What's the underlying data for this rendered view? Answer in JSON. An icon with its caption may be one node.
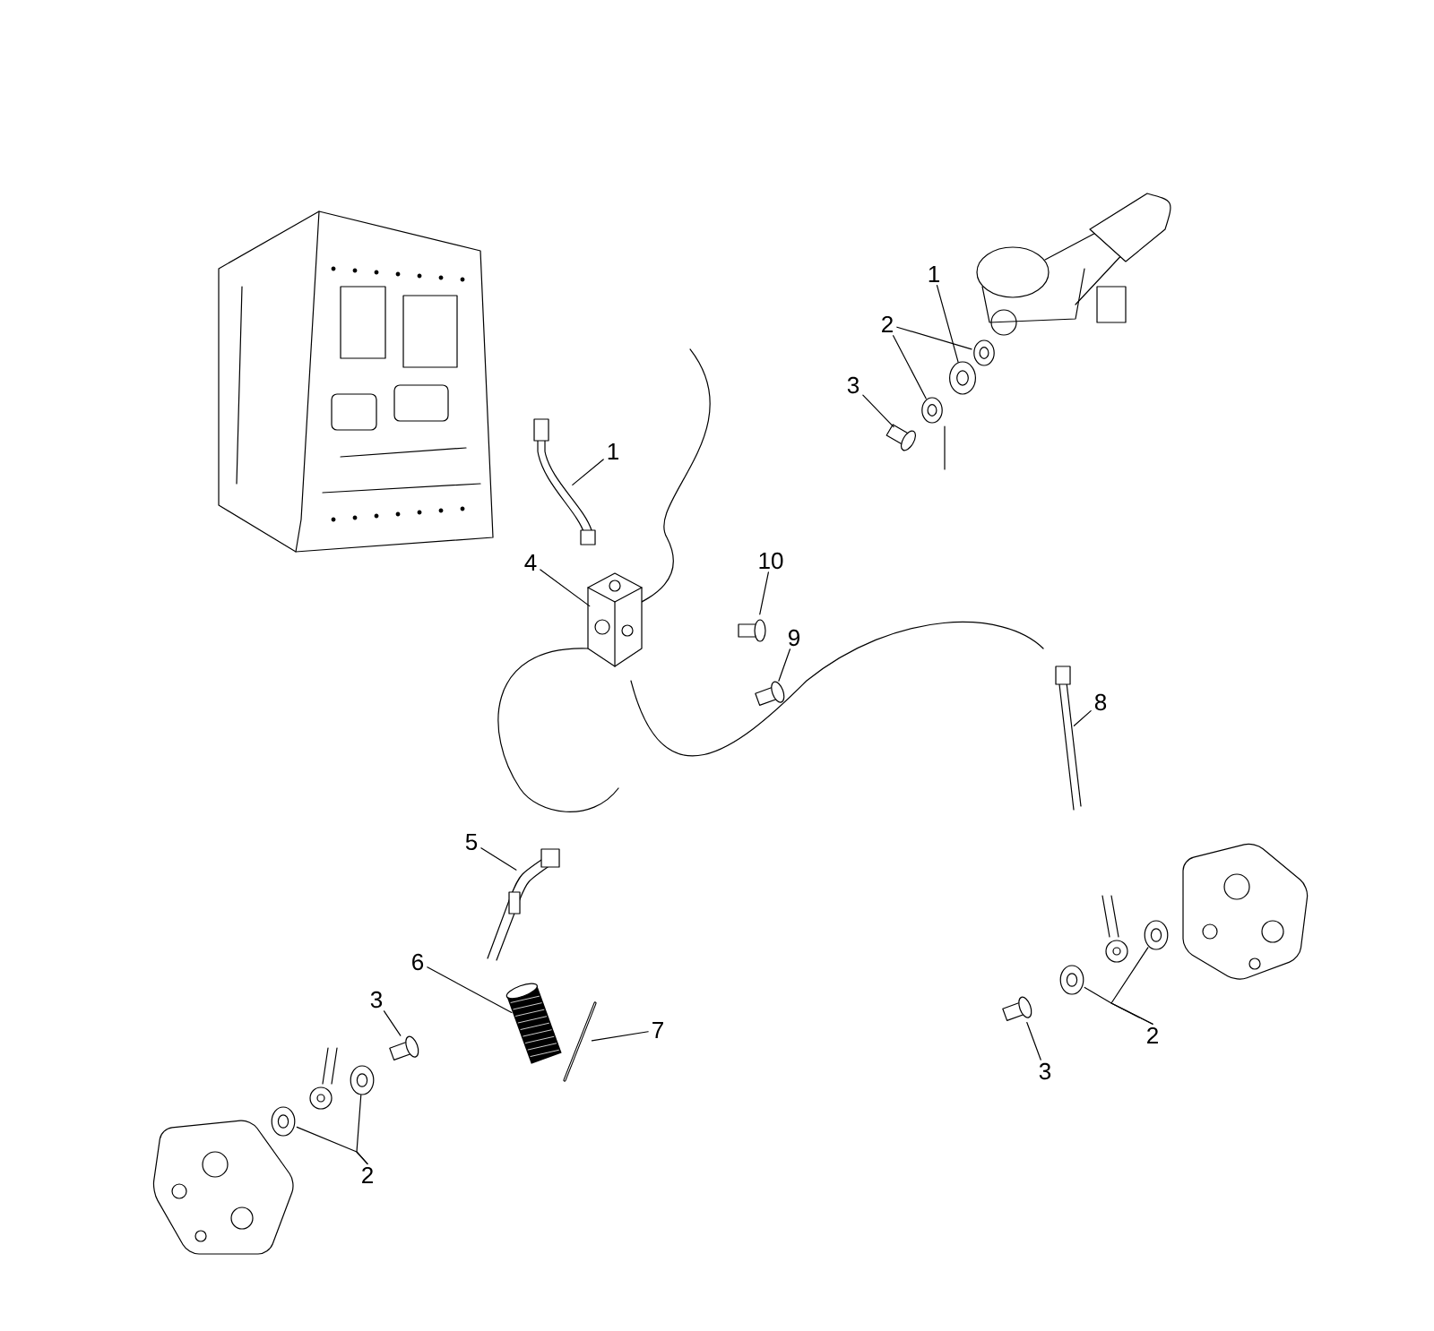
{
  "diagram": {
    "nodes": [
      {
        "text": [
          "1"
        ]
      },
      {
        "text": [
          "2"
        ]
      },
      {
        "text": [
          "3"
        ]
      },
      {
        "text": [
          "1"
        ]
      },
      {
        "text": [
          "4"
        ]
      },
      {
        "text": [
          "10"
        ]
      },
      {
        "text": [
          "9"
        ]
      },
      {
        "text": [
          "8"
        ]
      },
      {
        "text": [
          "5"
        ]
      },
      {
        "text": [
          "6"
        ]
      },
      {
        "text": [
          "7"
        ]
      },
      {
        "text": [
          "3"
        ]
      },
      {
        "text": [
          "2"
        ]
      },
      {
        "text": [
          "3"
        ]
      },
      {
        "text": [
          "2"
        ]
      },
      {
        "text": [],
        "shape": "picture"
      },
      {
        "text": [],
        "shape": "picture"
      },
      {
        "text": [],
        "shape": "picture"
      },
      {
        "text": [],
        "shape": "picture"
      },
      {
        "text": [],
        "shape": "picture"
      },
      {
        "text": [],
        "shape": "picture"
      },
      {
        "text": [],
        "shape": "picture"
      },
      {
        "text": [],
        "shape": "picture"
      },
      {
        "text": [],
        "shape": "picture"
      },
      {
        "text": [],
        "shape": "picture"
      },
      {
        "text": [],
        "shape": "picture"
      },
      {
        "text": [],
        "shape": "picture"
      },
      {
        "text": [],
        "shape": "picture"
      },
      {
        "text": [],
        "shape": "picture"
      },
      {
        "text": [],
        "shape": "picture"
      },
      {
        "text": [],
        "shape": "picture"
      },
      {
        "text": [],
        "shape": "picture"
      },
      {
        "text": [],
        "shape": "picture"
      }
    ],
    "edges": [
      {
        "from": 0,
        "to": 15,
        "arrow": "none"
      },
      {
        "from": 1,
        "to": 16,
        "arrow": "none"
      },
      {
        "from": 1,
        "to": 17,
        "arrow": "none"
      },
      {
        "from": 2,
        "to": 18,
        "arrow": "none"
      },
      {
        "from": 3,
        "to": 19,
        "arrow": "none"
      },
      {
        "from": 4,
        "to": 20,
        "arrow": "none"
      },
      {
        "from": 5,
        "to": 21,
        "arrow": "none"
      },
      {
        "from": 6,
        "to": 22,
        "arrow": "none"
      },
      {
        "from": 7,
        "to": 23,
        "arrow": "none"
      },
      {
        "from": 8,
        "to": 24,
        "arrow": "none"
      },
      {
        "from": 9,
        "to": 25,
        "arrow": "none"
      },
      {
        "from": 10,
        "to": 26,
        "arrow": "none"
      },
      {
        "from": 11,
        "to": 27,
        "arrow": "none"
      },
      {
        "from": 12,
        "to": 30,
        "arrow": "none"
      },
      {
        "from": 12,
        "to": 31,
        "arrow": "none"
      },
      {
        "from": 13,
        "to": 32,
        "arrow": "none"
      },
      {
        "from": 14,
        "to": 28,
        "arrow": "none"
      },
      {
        "from": 14,
        "to": 29,
        "arrow": "none"
      }
    ]
  }
}
